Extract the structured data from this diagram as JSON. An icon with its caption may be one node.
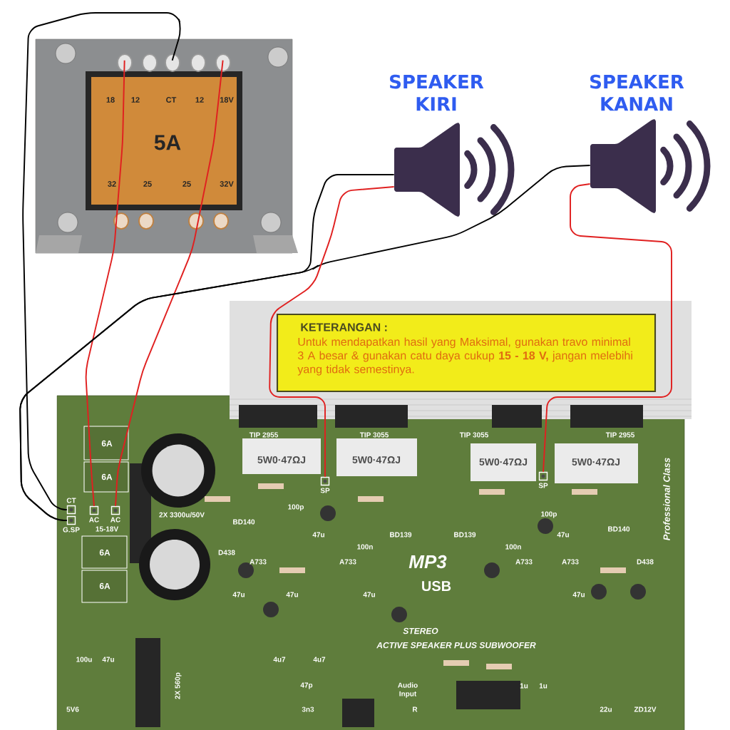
{
  "diagram": {
    "nodes": [
      {
        "text": [
          "18",
          "12",
          "CT",
          "12",
          "18V",
          "5A",
          "32",
          "25",
          "25",
          "32V"
        ]
      },
      {
        "text": [
          "SPEAKER KIRI"
        ]
      },
      {
        "text": [
          "SPEAKER KANAN"
        ]
      },
      {
        "text": [],
        "shape": "box"
      },
      {
        "text": [
          "CT"
        ],
        "in": 3
      },
      {
        "text": [
          "G.SP"
        ],
        "in": 3
      },
      {
        "text": [
          "AC"
        ],
        "in": 3
      },
      {
        "text": [
          "AC"
        ],
        "in": 3
      },
      {
        "text": [
          "SP"
        ],
        "in": 3
      },
      {
        "text": [
          "SP"
        ],
        "in": 3
      },
      {
        "text": [
          "KETERANGAN :",
          "Untuk mendapatkan hasil yang Maksimal, gunakan travo minimal 3 A besar & gunakan catu daya cukup **15 - 18 V,** jangan melebihi yang tidak semestinya."
        ]
      }
    ],
    "edges": [
      {
        "from": 0,
        "to": 6,
        "arrow": "none",
        "color": "#e02020"
      },
      {
        "from": 0,
        "to": 7,
        "arrow": "none",
        "color": "#e02020"
      },
      {
        "from": 0,
        "to": 4,
        "arrow": "none",
        "color": "#000000"
      },
      {
        "from": 1,
        "to": 5,
        "arrow": "none",
        "color": "#000000"
      },
      {
        "from": 2,
        "to": 5,
        "arrow": "none",
        "color": "#000000"
      },
      {
        "from": 1,
        "to": 8,
        "arrow": "none",
        "color": "#e02020"
      },
      {
        "from": 2,
        "to": 9,
        "arrow": "none",
        "color": "#e02020"
      }
    ],
    "labels": [
      "TIP 2955",
      "TIP 3055",
      "TIP 3055",
      "TIP 2955",
      "6A",
      "5W0·47ΩJ",
      "5W0·47ΩJ",
      "5W0·47ΩJ",
      "5W0·47ΩJ",
      "6A",
      "Professional Class",
      "100p",
      "2X 3300u/50V",
      "100p",
      "BD140",
      "15-18V",
      "BD140",
      "47u",
      "BD139",
      "BD139",
      "47u",
      "100n",
      "100n",
      "6A",
      "D438",
      "A733",
      "A733",
      "MP3",
      "A733",
      "A733",
      "D438",
      "6A",
      "USB",
      "47u",
      "47u",
      "47u",
      "47u",
      "STEREO",
      "ACTIVE SPEAKER PLUS SUBWOOFER",
      "100u",
      "47u",
      "4u7",
      "4u7",
      "2X 560p",
      "47p",
      "Audio Input",
      "1u",
      "1u",
      "5V6",
      "3n3",
      "R",
      "22u",
      "ZD12V"
    ]
  }
}
